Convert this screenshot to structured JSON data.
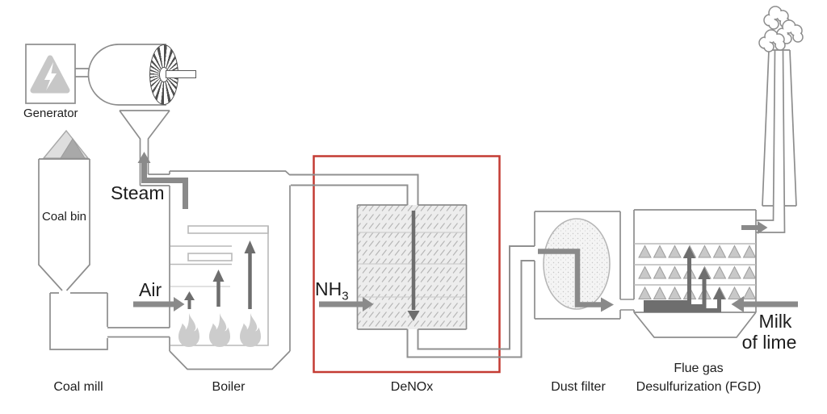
{
  "title": "Coal power plant flue gas cleaning process diagram",
  "labels": {
    "generator": "Generator",
    "coal_bin": "Coal bin",
    "coal_mill": "Coal mill",
    "boiler": "Boiler",
    "steam": "Steam",
    "air": "Air",
    "nh3_prefix": "NH",
    "nh3_sub": "3",
    "denox": "DeNOx",
    "dust_filter": "Dust filter",
    "fgd_line1": "Flue gas",
    "fgd_line2": "Desulfurization (FGD)",
    "milk_line1": "Milk",
    "milk_line2": "of lime"
  },
  "colors": {
    "outline": "#8d8d8d",
    "pipe": "#909090",
    "flow": "#8a8a8a",
    "arrow_dark": "#6e6e6e",
    "triangle_fill": "#c8c8c8",
    "flame": "#cccccc",
    "highlight_red": "#c43b33",
    "text": "#1d1d1d"
  },
  "icons": {
    "lightning-icon": "white bolt in gray rounded triangle",
    "turbine-fan-icon": "css pinwheel ellipse",
    "flame-icon": "svg flame path",
    "smoke-icon": "cloud puffs",
    "coal-pile-icon": "two gray mountain triangles"
  },
  "highlight": {
    "highlighted_unit": "DeNOx"
  }
}
